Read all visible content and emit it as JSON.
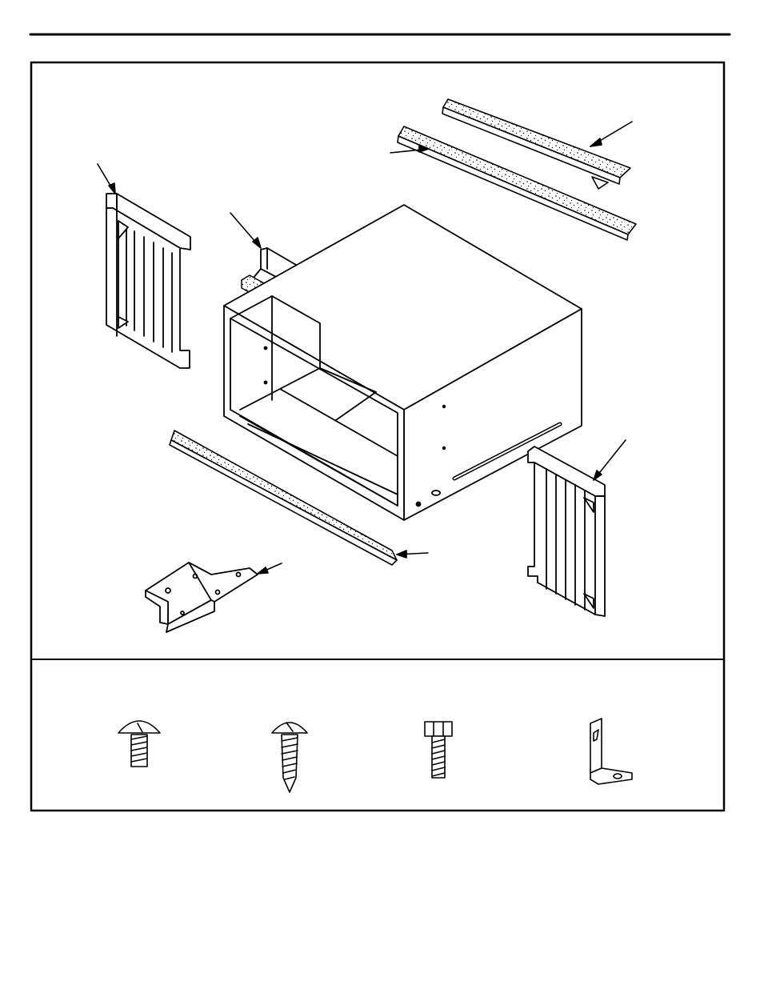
{
  "figure": {
    "parts": [
      "right-side-curtain",
      "left-side-curtain",
      "top-angle-channel",
      "top-foam-seal-upper",
      "top-foam-seal-lower",
      "sill-foam-seal",
      "window-sill-top-seal",
      "sill-support-bracket"
    ],
    "hardware": [
      "truss-head-screw",
      "sheet-metal-screw",
      "hex-head-bolt",
      "l-bracket"
    ]
  },
  "colors": {
    "ink": "#000000",
    "paper": "#ffffff",
    "shade": "#d8d8d8"
  }
}
